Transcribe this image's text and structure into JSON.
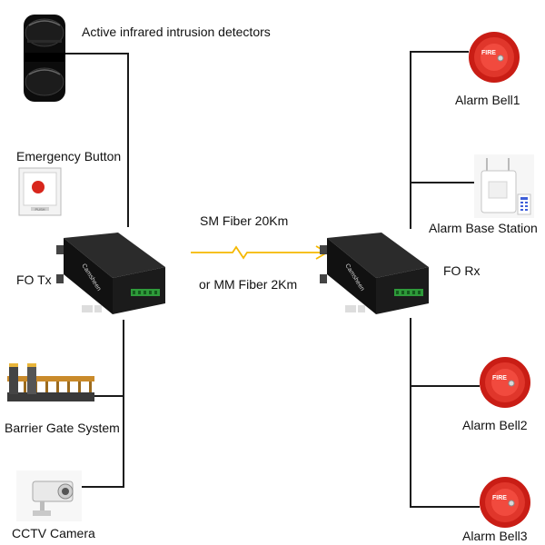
{
  "labels": {
    "detector": "Active infrared intrusion detectors",
    "emergency_button": "Emergency Button",
    "fo_tx": "FO Tx",
    "barrier_gate": "Barrier Gate System",
    "cctv": "CCTV Camera",
    "link_line1": "SM Fiber 20Km",
    "link_line2": "or MM Fiber 2Km",
    "fo_rx": "FO Rx",
    "bell1": "Alarm Bell1",
    "base_station": "Alarm Base Station",
    "bell2": "Alarm Bell2",
    "bell3": "Alarm Bell3"
  },
  "device_text": {
    "brand": "Camsheen",
    "bell_text": "FIRE",
    "button_sign": "PUSH"
  },
  "colors": {
    "fiber_link": "#f5b800",
    "bell_red": "#d8261c",
    "device_black": "#1b1b1b",
    "terminal_green": "#2e9a3a"
  }
}
